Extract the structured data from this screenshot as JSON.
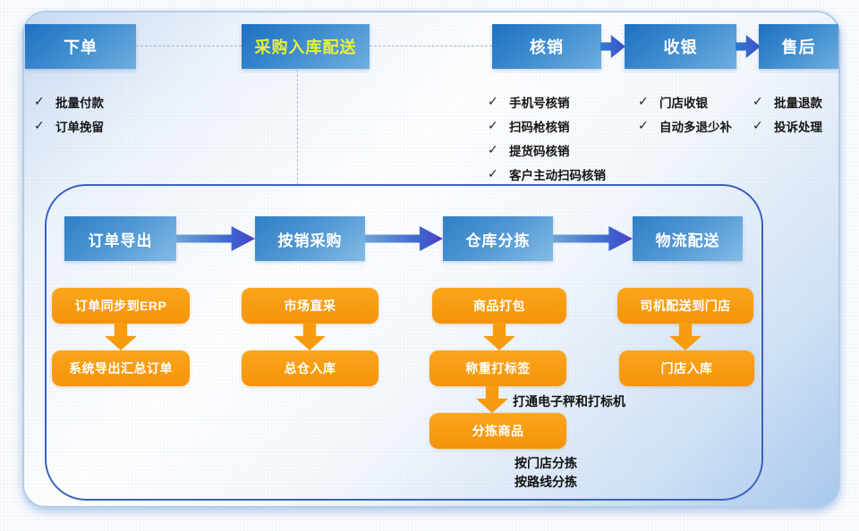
{
  "icons": {
    "check": "✓"
  },
  "colors": {
    "stage_blue_dark": "#1e70c2",
    "stage_blue_light": "#6faedf",
    "highlight_text": "#e7f138",
    "orange": "#f89c0f",
    "arrow_start": "#6fa4d4",
    "arrow_end": "#4a3ec8",
    "container_border": "#3b62bd"
  },
  "top_stages": {
    "order": {
      "label": "下单"
    },
    "purchase": {
      "label": "采购入库配送"
    },
    "verify": {
      "label": "核销"
    },
    "cashier": {
      "label": "收银"
    },
    "aftersales": {
      "label": "售后"
    }
  },
  "checklists": {
    "order": {
      "items": [
        "批量付款",
        "订单挽留"
      ]
    },
    "verify": {
      "items": [
        "手机号核销",
        "扫码枪核销",
        "提货码核销",
        "客户主动扫码核销"
      ]
    },
    "cashier": {
      "items": [
        "门店收银",
        "自动多退少补"
      ]
    },
    "aftersales": {
      "items": [
        "批量退款",
        "投诉处理"
      ]
    }
  },
  "main_flow": {
    "stages": {
      "export": {
        "label": "订单导出"
      },
      "purchase": {
        "label": "按销采购"
      },
      "sorting": {
        "label": "仓库分拣"
      },
      "logistics": {
        "label": "物流配送"
      }
    },
    "columns": {
      "export": {
        "steps": [
          "订单同步到ERP",
          "系统导出汇总订单"
        ]
      },
      "purchase": {
        "steps": [
          "市场直采",
          "总仓入库"
        ]
      },
      "sorting": {
        "steps": [
          "商品打包",
          "称重打标签",
          "分拣商品"
        ],
        "arrow_note": "打通电子秤和打标机",
        "notes": [
          "按门店分拣",
          "按路线分拣"
        ]
      },
      "logistics": {
        "steps": [
          "司机配送到门店",
          "门店入库"
        ]
      }
    }
  }
}
